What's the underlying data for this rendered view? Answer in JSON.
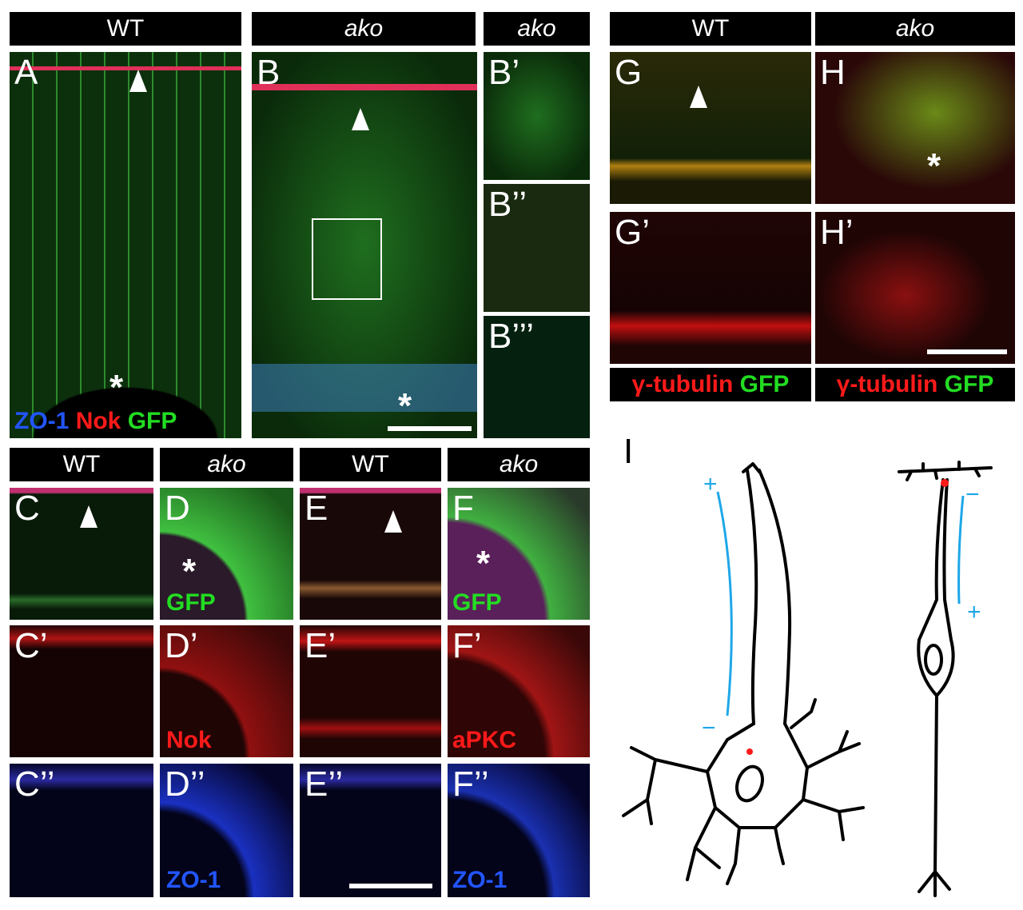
{
  "headers": {
    "a": "WT",
    "b": "ako",
    "bp": "ako",
    "g": "WT",
    "h": "ako",
    "c": "WT",
    "d": "ako",
    "e": "WT",
    "f": "ako"
  },
  "panels": {
    "A": "A",
    "B": "B",
    "B1": "B’",
    "B2": "B’’",
    "B3": "B’’’",
    "G": "G",
    "H": "H",
    "G1": "G’",
    "H1": "H’",
    "C": "C",
    "C1": "C’",
    "C2": "C’’",
    "D": "D",
    "D1": "D’",
    "D2": "D’’",
    "E": "E",
    "E1": "E’",
    "E2": "E’’",
    "F": "F",
    "F1": "F’",
    "F2": "F’’",
    "I": "I"
  },
  "channels": {
    "zo1": "ZO-1",
    "nok": "Nok",
    "gfp": "GFP",
    "apkc": "aPKC",
    "gtub": "γ-tubulin"
  },
  "marks": {
    "star": "*",
    "plus": "+",
    "minus": "−"
  },
  "colors": {
    "red": "#ff1a1a",
    "green": "#22dd22",
    "blue": "#2255ff",
    "cyan": "#1ea7e8"
  }
}
